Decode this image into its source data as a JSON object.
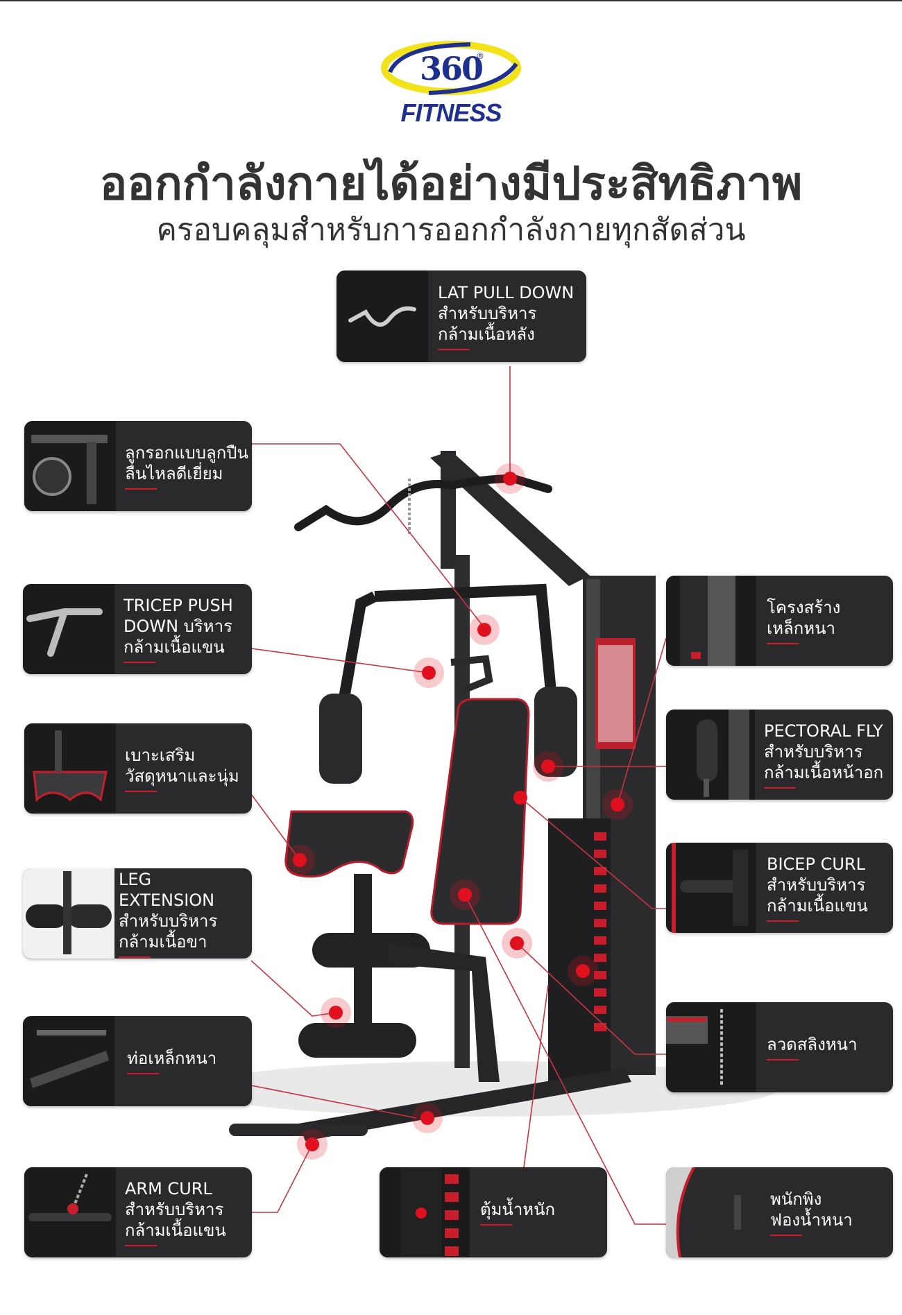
{
  "brand": {
    "logo_number": "360",
    "logo_mark": "®",
    "logo_word": "FITNESS",
    "colors": {
      "primary": "#1d2f8f",
      "ring": "#f2e21a",
      "accent": "#d01a2a"
    }
  },
  "headline": "ออกกำลังกายได้อย่างมีประสิทธิภาพ",
  "subheadline": "ครอบคลุมสำหรับการออกกำลังกายทุกสัดส่วน",
  "callouts": {
    "lat_pull_down": {
      "lines": [
        "LAT PULL DOWN",
        "สำหรับบริหาร",
        "กล้ามเนื้อหลัง"
      ],
      "icon": "lat-bar-icon"
    },
    "bearing_pulley": {
      "lines": [
        "ลูกรอกแบบลูกปืน",
        "ลื่นไหลดีเยี่ยม"
      ],
      "icon": "pulley-icon"
    },
    "tricep_push_down": {
      "lines": [
        "TRICEP PUSH",
        "DOWN บริหาร",
        "กล้ามเนื้อแขน"
      ],
      "icon": "rope-handle-icon"
    },
    "seat_pad": {
      "lines": [
        "เบาะเสริม",
        "วัสดุหนาและนุ่ม"
      ],
      "icon": "seat-pad-icon"
    },
    "leg_extension": {
      "lines": [
        "LEG EXTENSION",
        "สำหรับบริหาร",
        "กล้ามเนื้อขา"
      ],
      "icon": "leg-roller-icon"
    },
    "thick_tube": {
      "lines": [
        "ท่อเหล็กหนา"
      ],
      "icon": "steel-tube-icon"
    },
    "arm_curl": {
      "lines": [
        "ARM CURL",
        "สำหรับบริหาร",
        "กล้ามเนื้อแขน"
      ],
      "icon": "chain-bar-icon"
    },
    "thick_frame": {
      "lines": [
        "โครงสร้าง",
        "เหล็กหนา"
      ],
      "icon": "frame-icon"
    },
    "pectoral_fly": {
      "lines": [
        "PECTORAL FLY",
        "สำหรับบริหาร",
        "กล้ามเนื้อหน้าอก"
      ],
      "icon": "fly-arm-icon"
    },
    "bicep_curl": {
      "lines": [
        "BICEP CURL",
        "สำหรับบริหาร",
        "กล้ามเนื้อแขน"
      ],
      "icon": "curl-handle-icon"
    },
    "thick_cable": {
      "lines": [
        "ลวดสลิงหนา"
      ],
      "icon": "cable-icon"
    },
    "weight_stack": {
      "lines": [
        "ตุ้มน้ำหนัก"
      ],
      "icon": "weight-stack-icon"
    },
    "back_foam": {
      "lines": [
        "พนักพิง",
        "ฟองน้ำหนา"
      ],
      "icon": "backrest-icon"
    }
  }
}
